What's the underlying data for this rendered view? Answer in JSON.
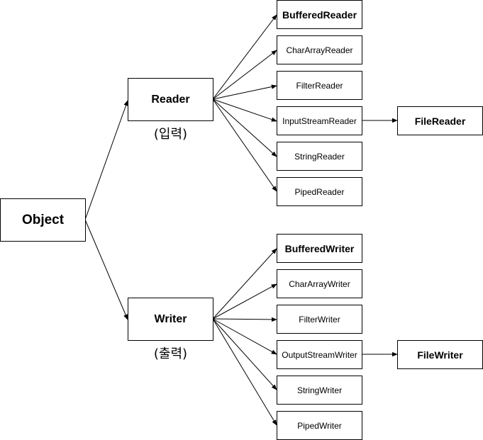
{
  "root": {
    "label": "Object"
  },
  "reader": {
    "label": "Reader",
    "caption": "(입력)"
  },
  "writer": {
    "label": "Writer",
    "caption": "(출력)"
  },
  "reader_children": [
    "BufferedReader",
    "CharArrayReader",
    "FilterReader",
    "InputStreamReader",
    "StringReader",
    "PipedReader"
  ],
  "writer_children": [
    "BufferedWriter",
    "CharArrayWriter",
    "FilterWriter",
    "OutputStreamWriter",
    "StringWriter",
    "PipedWriter"
  ],
  "file_reader": {
    "label": "FileReader"
  },
  "file_writer": {
    "label": "FileWriter"
  }
}
